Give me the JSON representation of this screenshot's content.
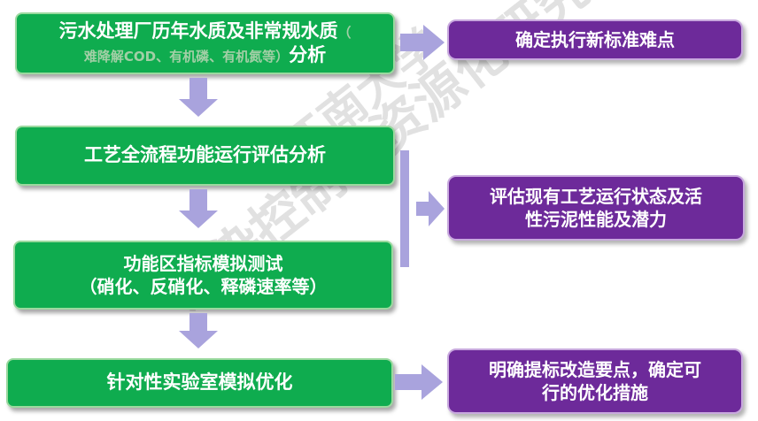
{
  "watermark": {
    "line1": "江南大学",
    "line2": "污染控制与资源化研究室"
  },
  "left_boxes": {
    "box1": {
      "main": "污水处理厂历年水质及非常规水质",
      "paren_open": "（",
      "sub": "难降解COD、有机磷、有机氮等）",
      "tail": "分析"
    },
    "box2": {
      "text": "工艺全流程功能运行评估分析"
    },
    "box3": {
      "line1": "功能区指标模拟测试",
      "line2": "（硝化、反硝化、释磷速率等）"
    },
    "box4": {
      "text": "针对性实验室模拟优化"
    }
  },
  "right_boxes": {
    "box1": {
      "text": "确定执行新标准难点"
    },
    "box2": {
      "line1": "评估现有工艺运行状态及活",
      "line2": "性污泥性能及潜力"
    },
    "box3": {
      "line1": "明确提标改造要点，确定可",
      "line2": "行的优化措施"
    }
  },
  "colors": {
    "green": "#0fac4f",
    "purple": "#6d2a9a",
    "arrow": "#a9a3dd"
  }
}
